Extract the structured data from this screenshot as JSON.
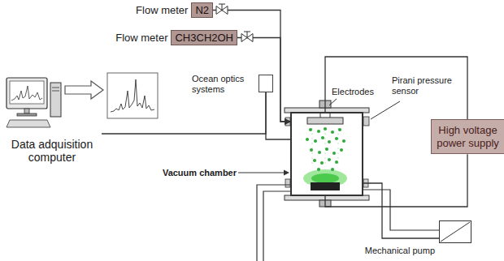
{
  "diagram": {
    "nodes": [
      {
        "text": [
          "Flow meter",
          "N2"
        ]
      },
      {
        "text": [
          "Flow meter",
          "CH3CH2OH"
        ]
      },
      {
        "text": [
          "Data adquisition computer"
        ]
      },
      {
        "text": [
          "Ocean optics systems"
        ]
      },
      {
        "text": [
          "Vacuum chamber"
        ]
      },
      {
        "text": [
          "High voltage power supply"
        ]
      },
      {
        "text": [
          "Mechanical pump"
        ]
      }
    ],
    "edges": [
      {
        "from": 0,
        "to": 4,
        "arrow": "to"
      },
      {
        "from": 1,
        "to": 4,
        "arrow": "to"
      },
      {
        "from": 3,
        "to": 2,
        "arrow": "none"
      },
      {
        "from": 3,
        "to": 4,
        "arrow": "none"
      },
      {
        "from": 5,
        "to": 4,
        "arrow": "none"
      },
      {
        "from": 5,
        "to": 4,
        "arrow": "none"
      },
      {
        "from": 6,
        "to": 4,
        "arrow": "none"
      }
    ],
    "labels": [
      "Electrodes",
      "Pirani pressure sensor"
    ]
  }
}
